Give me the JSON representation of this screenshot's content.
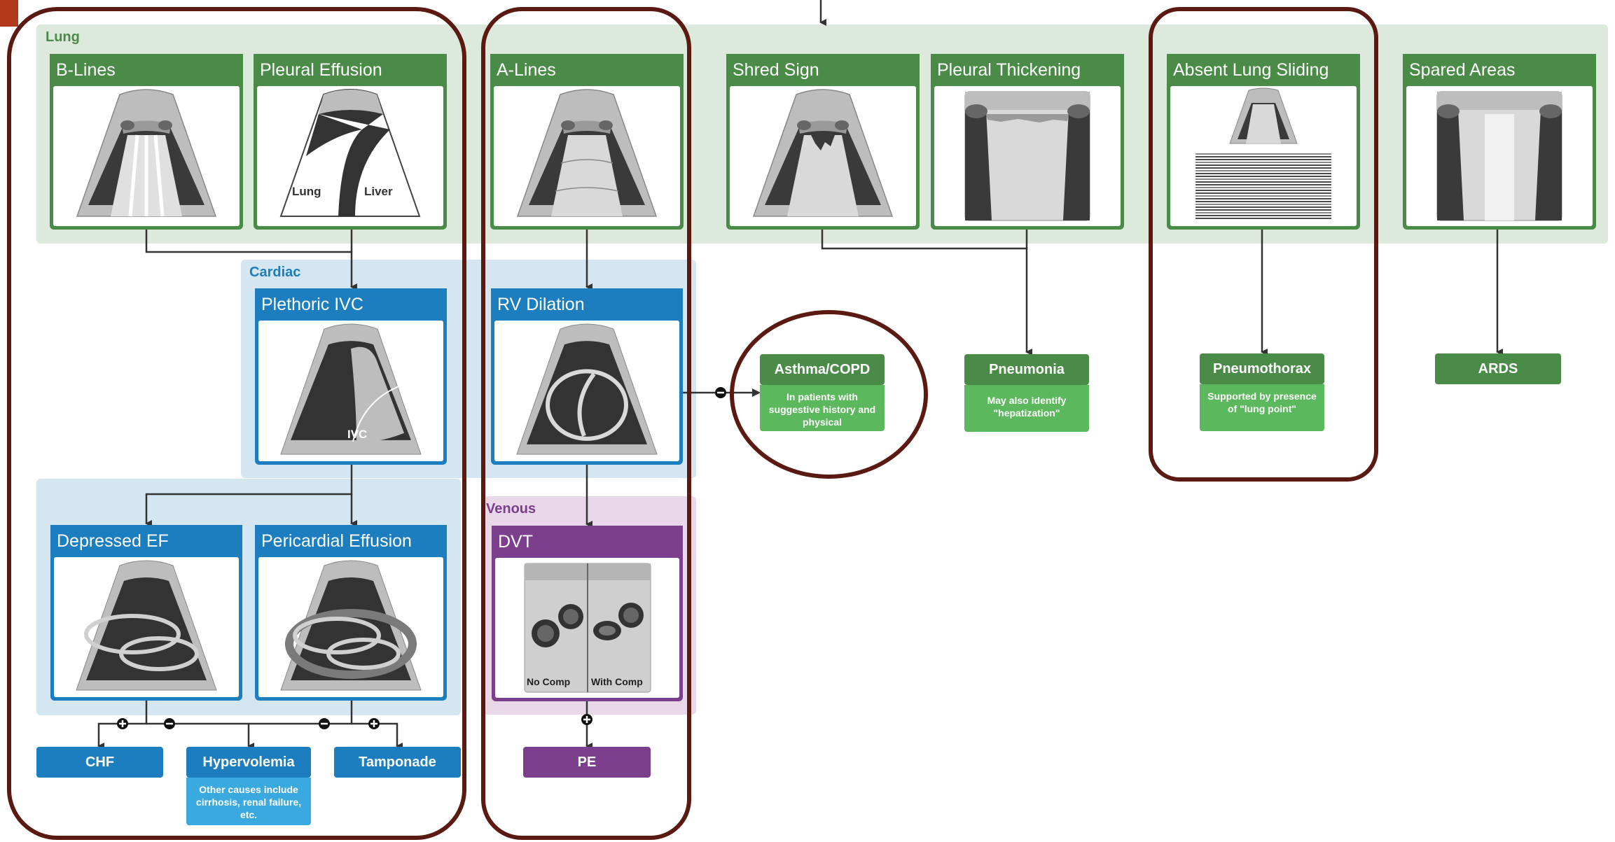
{
  "regions": {
    "lung": "Lung",
    "cardiac": "Cardiac",
    "venous": "Venous"
  },
  "cards": {
    "b_lines": "B-Lines",
    "pleural_effusion": "Pleural Effusion",
    "a_lines": "A-Lines",
    "shred_sign": "Shred Sign",
    "pleural_thickening": "Pleural Thickening",
    "absent_lung_sliding": "Absent Lung Sliding",
    "spared_areas": "Spared Areas",
    "plethoric_ivc": "Plethoric IVC",
    "rv_dilation": "RV Dilation",
    "depressed_ef": "Depressed EF",
    "pericardial_effusion": "Pericardial Effusion",
    "dvt": "DVT"
  },
  "image_labels": {
    "lung": "Lung",
    "liver": "Liver",
    "ivc": "IVC",
    "no_comp": "No Comp",
    "with_comp": "With Comp"
  },
  "outcomes": {
    "asthma": {
      "label": "Asthma/COPD",
      "note": "In patients with suggestive history and physical"
    },
    "pneumonia": {
      "label": "Pneumonia",
      "note": "May also identify \"hepatization\""
    },
    "pneumothorax": {
      "label": "Pneumothorax",
      "note": "Supported by presence of \"lung point\""
    },
    "ards": {
      "label": "ARDS"
    },
    "chf": {
      "label": "CHF"
    },
    "hypervolemia": {
      "label": "Hypervolemia",
      "note": "Other causes include cirrhosis, renal failure, etc."
    },
    "tamponade": {
      "label": "Tamponade"
    },
    "pe": {
      "label": "PE"
    }
  },
  "colors": {
    "lung_region": "#dde9dc",
    "cardiac_region": "#d3e6f2",
    "venous_region": "#e9d8ea",
    "lung_green": "#4a8b47",
    "outcome_green": "#5cb85c",
    "cardiac_blue": "#1c7dbf",
    "note_blue": "#39a9e0",
    "venous_purple": "#7b3f8d",
    "highlight_ring": "#5a1a12"
  }
}
